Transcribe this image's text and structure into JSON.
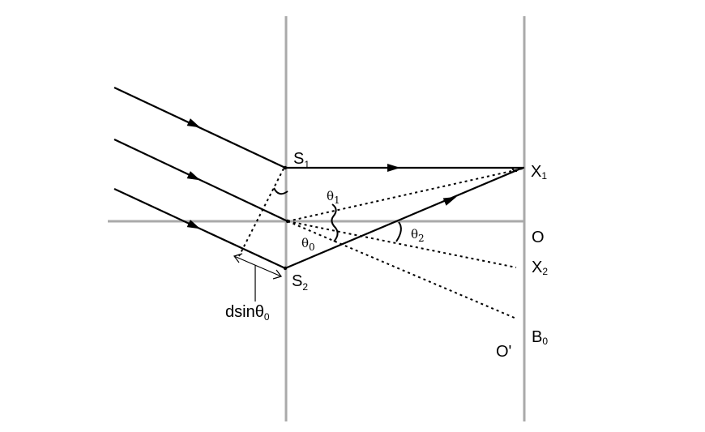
{
  "labels": {
    "s1": {
      "main": "S",
      "sub": "1"
    },
    "s2": {
      "main": "S",
      "sub": "2"
    },
    "x1": {
      "main": "X",
      "sub": "1"
    },
    "o": {
      "main": "O"
    },
    "x2": {
      "main": "X",
      "sub": "2"
    },
    "b0": {
      "main": "B",
      "sub": "0"
    },
    "o_prime": {
      "main": "O'"
    },
    "theta1": {
      "main": "θ",
      "sub": "1"
    },
    "theta0": {
      "main": "θ",
      "sub": "0"
    },
    "theta2": {
      "main": "θ",
      "sub": "2"
    },
    "path_diff": {
      "main": "dsinθ",
      "sub": "0"
    }
  },
  "colors": {
    "guide_lines": "#aaaaaa",
    "rays": "#000000"
  }
}
